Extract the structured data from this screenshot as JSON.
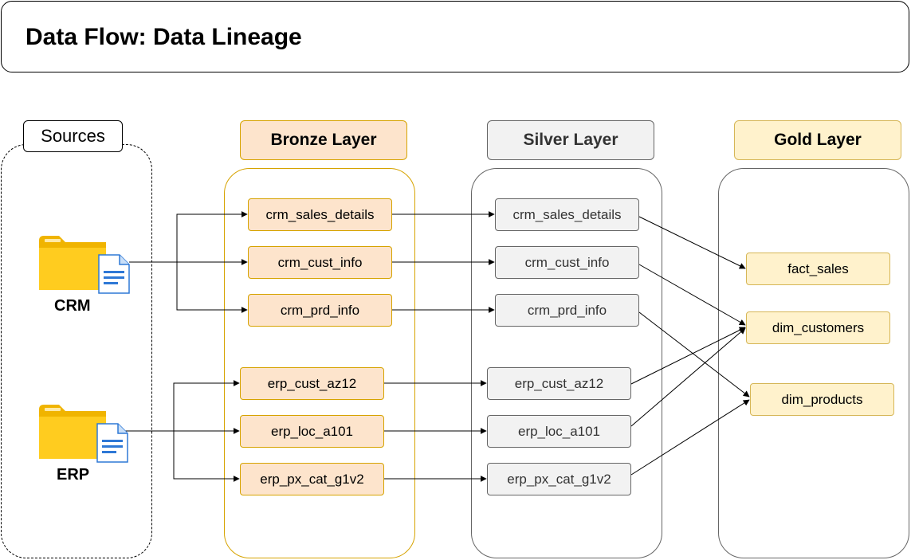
{
  "title": "Data Flow: Data Lineage",
  "sources": {
    "header": "Sources",
    "items": [
      {
        "label": "CRM",
        "icon": "folder-document-icon"
      },
      {
        "label": "ERP",
        "icon": "folder-document-icon"
      }
    ]
  },
  "bronze": {
    "header": "Bronze Layer",
    "nodes": [
      "crm_sales_details",
      "crm_cust_info",
      "crm_prd_info",
      "erp_cust_az12",
      "erp_loc_a101",
      "erp_px_cat_g1v2"
    ]
  },
  "silver": {
    "header": "Silver Layer",
    "nodes": [
      "crm_sales_details",
      "crm_cust_info",
      "crm_prd_info",
      "erp_cust_az12",
      "erp_loc_a101",
      "erp_px_cat_g1v2"
    ]
  },
  "gold": {
    "header": "Gold Layer",
    "nodes": [
      "fact_sales",
      "dim_customers",
      "dim_products"
    ]
  },
  "colors": {
    "bronze_fill": "#fde4cc",
    "bronze_border": "#d6a300",
    "silver_fill": "#f2f2f2",
    "silver_border": "#666666",
    "gold_fill": "#fff2cc",
    "gold_border": "#d6b656"
  }
}
